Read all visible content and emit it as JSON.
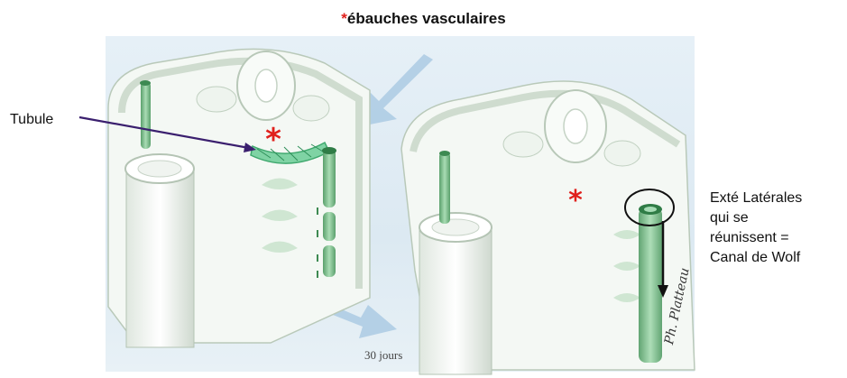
{
  "title": {
    "star": "*",
    "text": "ébauches vasculaires"
  },
  "labels": {
    "tubule": "Tubule",
    "lateral_lines": [
      "Exté Latérales",
      "qui se",
      "réunissent =",
      "Canal de Wolf"
    ],
    "days": "30 jours",
    "signature": "Ph. Platteau"
  },
  "colors": {
    "star": "#e0201c",
    "embryo_tissue": "#f4f8f4",
    "tube_green": "#7fbf8f",
    "tubule_mesh": "#58c08a",
    "arrow_purple": "#3a1f6e",
    "flow_arrow": "#9cc1de"
  },
  "markers": {
    "star1": "*",
    "star2": "*"
  }
}
